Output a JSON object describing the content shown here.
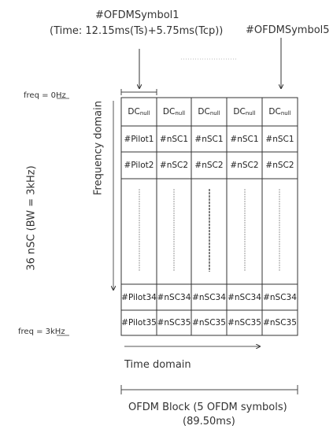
{
  "top_label": {
    "symbol1": "#OFDMSymbol1",
    "symbol1_time": "(Time: 12.15ms(Ts)+5.75ms(Tcp))",
    "symbol5": "#OFDMSymbol5"
  },
  "freq_top": "freq = 0Hz",
  "freq_bottom": "freq = 3kHz",
  "nsc_label": "36 nSC (BW = 3kHz)",
  "freq_domain_label": "Frequency domain",
  "time_domain_label": "Time domain",
  "block_label": {
    "line1": "OFDM Block (5 OFDM symbols)",
    "line2": "(89.50ms)"
  },
  "grid": {
    "header_main": "DC",
    "header_sub": "null",
    "rows": [
      [
        "#Pilot1",
        "#nSC1",
        "#nSC1",
        "#nSC1",
        "#nSC1"
      ],
      [
        "#Pilot2",
        "#nSC2",
        "#nSC2",
        "#nSC2",
        "#nSC2"
      ],
      [
        "#Pilot34",
        "#nSC34",
        "#nSC34",
        "#nSC34",
        "#nSC34"
      ],
      [
        "#Pilot35",
        "#nSC35",
        "#nSC35",
        "#nSC35",
        "#nSC35"
      ]
    ]
  }
}
